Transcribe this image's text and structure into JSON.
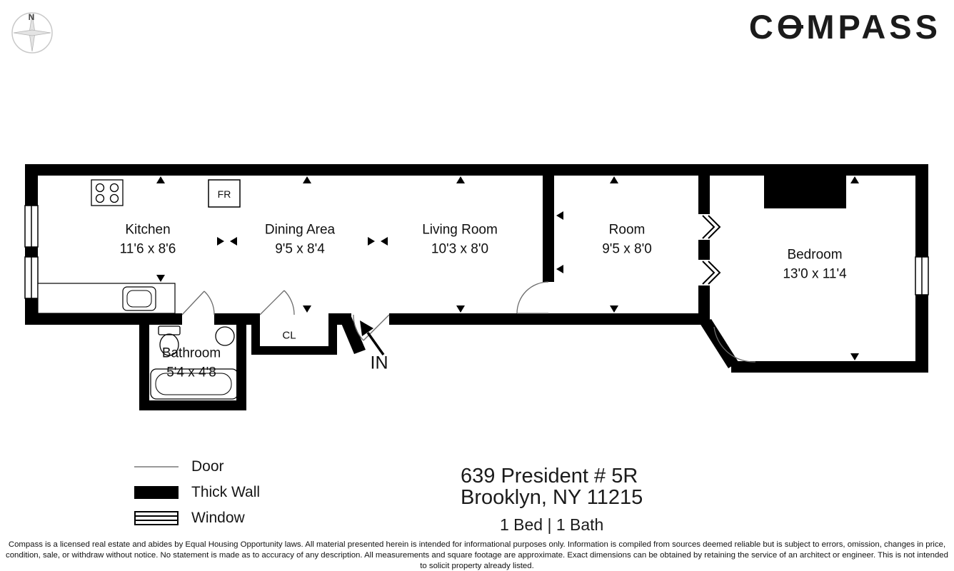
{
  "brand": {
    "logo_text": "COMPASS",
    "compass_rose_label": "N"
  },
  "floorplan": {
    "rooms": [
      {
        "id": "kitchen",
        "name": "Kitchen",
        "dims": "11'6 x 8'6"
      },
      {
        "id": "dining",
        "name": "Dining Area",
        "dims": "9'5 x 8'4"
      },
      {
        "id": "living",
        "name": "Living Room",
        "dims": "10'3 x 8'0"
      },
      {
        "id": "room",
        "name": "Room",
        "dims": "9'5 x 8'0"
      },
      {
        "id": "bedroom",
        "name": "Bedroom",
        "dims": "13'0 x 11'4"
      },
      {
        "id": "bathroom",
        "name": "Bathroom",
        "dims": "5'4 x 4'8"
      }
    ],
    "annotations": {
      "fridge": "FR",
      "closet": "CL",
      "entry": "IN"
    },
    "colors": {
      "wall": "#000000",
      "door_arc": "#6b6b6b"
    }
  },
  "legend": {
    "items": [
      {
        "label": "Door"
      },
      {
        "label": "Thick Wall"
      },
      {
        "label": "Window"
      }
    ]
  },
  "listing": {
    "address_line1": "639 President # 5R",
    "address_line2": "Brooklyn, NY 11215",
    "beds_baths": "1 Bed | 1 Bath"
  },
  "disclaimer": "Compass is a licensed real estate and abides by Equal Housing Opportunity laws. All material presented herein is intended for informational purposes only. Information is compiled from sources deemed reliable but is subject to errors, omission, changes in price, condition, sale, or withdraw without notice. No statement is made as to accuracy of any description. All measurements and square footage are approximate. Exact dimensions can be obtained by retaining the service of an architect or engineer. This is not intended to solicit property already listed."
}
